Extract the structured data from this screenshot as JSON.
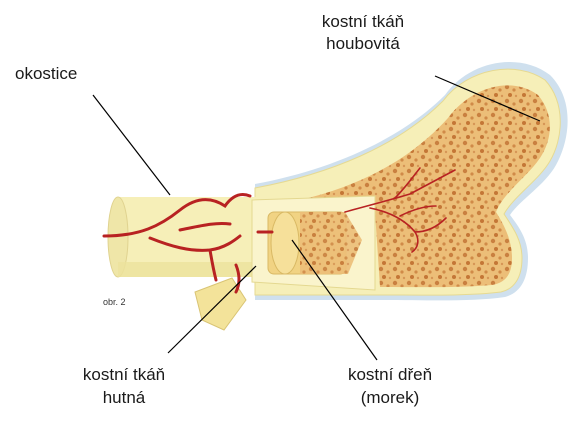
{
  "labels": {
    "periosteum": "okostice",
    "spongy_line1": "kostní tkáň",
    "spongy_line2": "houbovitá",
    "compact_line1": "kostní tkáň",
    "compact_line2": "hutná",
    "marrow_line1": "kostní dřeň",
    "marrow_line2": "(morek)",
    "figure_number": "obr. 2"
  },
  "colors": {
    "shaft": "#f6efb8",
    "shaft_shade": "#e8de95",
    "periosteum_rim": "#c9dcec",
    "spongy": "#e8b468",
    "spongy_dots": "#c77a3c",
    "marrow": "#f1d383",
    "vessels": "#b82222",
    "leader_lines": "#000000"
  }
}
